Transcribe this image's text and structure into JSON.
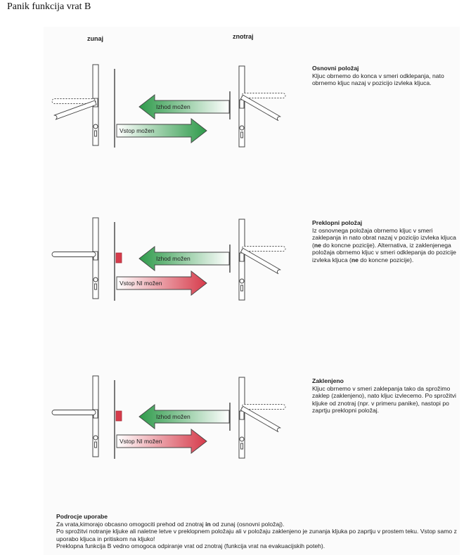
{
  "page_title": "Panik funkcija vrat B",
  "labels": {
    "outside": "zunaj",
    "inside": "znotraj"
  },
  "colors": {
    "green": "#2e9a4a",
    "red": "#d63b4b",
    "frame": "#555555"
  },
  "panels": [
    {
      "title": "Osnovni položaj",
      "body": "Kljuc obrnemo do konca v smeri odklepanja, nato obrnemo kljuc nazaj v pozicijo izvleka kljuca.",
      "exit_label": "Izhod možen",
      "entry_label": "Vstop možen",
      "entry_allowed": true,
      "outside_handle": "angled",
      "inside_handle": "angled",
      "bolt": false
    },
    {
      "title": "Preklopni položaj",
      "body_parts": [
        "Iz osnovnega položaja obrnemo kljuc v smeri zaklepanja in nato obrat nazaj v pozicijo izvleka kljuca (",
        "ne",
        " do koncne pozicije). Alternativa, iz zaklenjenega položaja obrnemo kljuc v smeri odklepanja do pozicije izvleka kljuca (",
        "ne",
        " do koncne pozicije)."
      ],
      "exit_label": "Izhod možen",
      "entry_label": "Vstop NI možen",
      "entry_allowed": false,
      "outside_handle": "horizontal",
      "inside_handle": "angled",
      "bolt": true
    },
    {
      "title": "Zaklenjeno",
      "body": "Kljuc obrnemo v smeri zaklepanja tako da sprožimo zaklep (zaklenjeno), nato kljuc izvlecemo. Po sprožitvi kljuke od znotraj (npr. v primeru panike), nastopi po zaprtju preklopni položaj.",
      "exit_label": "Izhod možen",
      "entry_label": "Vstop NI možen",
      "entry_allowed": false,
      "outside_handle": "horizontal",
      "inside_handle": "angled",
      "bolt": true
    }
  ],
  "usage": {
    "title": "Podrocje uporabe",
    "line1_parts": [
      "Za vrata,kimorajo obcasno omogociti prehod od znotraj ",
      "in",
      " od zunaj (osnovni položaj)."
    ],
    "line2": "Po sprožitvi notranje kljuke ali naletne letve v preklopnem položaju ali v položaju zaklenjeno je zunanja kljuka po zaprtju v prostem teku. Vstop samo z uporabo kljuca in pritiskom na kljuko!",
    "line3": "Preklopna funkcija B vedno omogoca odpiranje vrat od znotraj (funkcija vrat na evakuacijskih poteh)."
  }
}
